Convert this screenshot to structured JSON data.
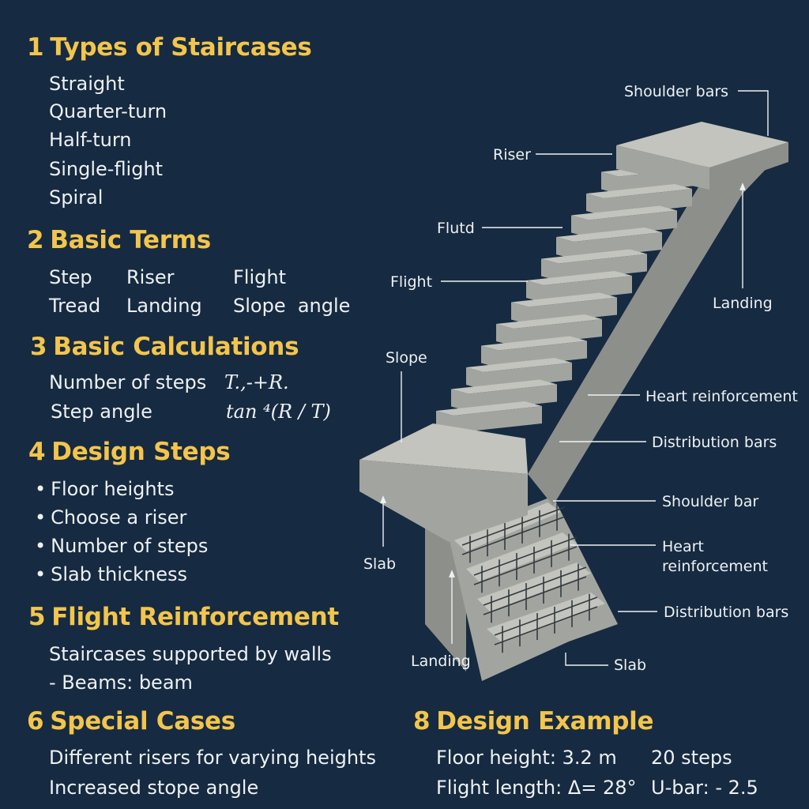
{
  "sections": {
    "types": {
      "number": "1",
      "title": "Types of Staircases",
      "items": [
        "Straight",
        "Quarter-turn",
        "Half-turn",
        "Single-flight",
        "Spiral"
      ]
    },
    "terms": {
      "number": "2",
      "title": "Basic Terms",
      "row1": [
        "Step",
        "Riser",
        "Flight"
      ],
      "row2": [
        "Tread",
        "Landing",
        "Slope  angle"
      ]
    },
    "calc": {
      "number": "3",
      "title": "Basic Calculations",
      "row1_label": "Number of steps",
      "row1_formula": "T.,-+R.",
      "row2_label": "Step angle",
      "row2_formula": "tan ⁴(R / T)"
    },
    "design": {
      "number": "4",
      "title": "Design Steps",
      "items": [
        "Floor heights",
        "Choose a riser",
        "Number of steps",
        "Slab thickness"
      ]
    },
    "flight": {
      "number": "5",
      "title": "Flight Reinforcement",
      "items": [
        "Staircases supported by walls",
        "- Beams: beam"
      ]
    },
    "special": {
      "number": "6",
      "title": "Special Cases",
      "items": [
        "Different risers for varying heights",
        "Increased stope angle"
      ]
    },
    "example": {
      "number": "8",
      "title": "Design Example",
      "row1_left": "Floor height: 3.2 m",
      "row1_right": "20 steps",
      "row2_left": "Flight length: Δ= 28°",
      "row2_right": "U-bar: - 2.5"
    }
  },
  "diagram_labels": {
    "shoulder_bars": "Shoulder bars",
    "riser": "Riser",
    "flutd": "Flutd",
    "flight": "Flight",
    "landing_right": "Landing",
    "slope": "Slope",
    "heart_reinforcement": "Heart reinforcement",
    "distribution_bars": "Distribution bars",
    "shoulder_bar": "Shoulder bar",
    "heart_line1": "Heart",
    "heart_line2": "reinforcement",
    "slab_left": "Slab",
    "distribution_bars_lower": "Distribution bars",
    "landing_bottom": "Landing",
    "slab_bottom": "Slab"
  },
  "colors": {
    "background": "#162a41",
    "heading": "#f3c54b",
    "text": "#eef1f4",
    "concrete_top": "#c2c4bd",
    "concrete_front": "#a2a59f",
    "concrete_side": "#8d908a",
    "rebar": "#333a3f"
  }
}
